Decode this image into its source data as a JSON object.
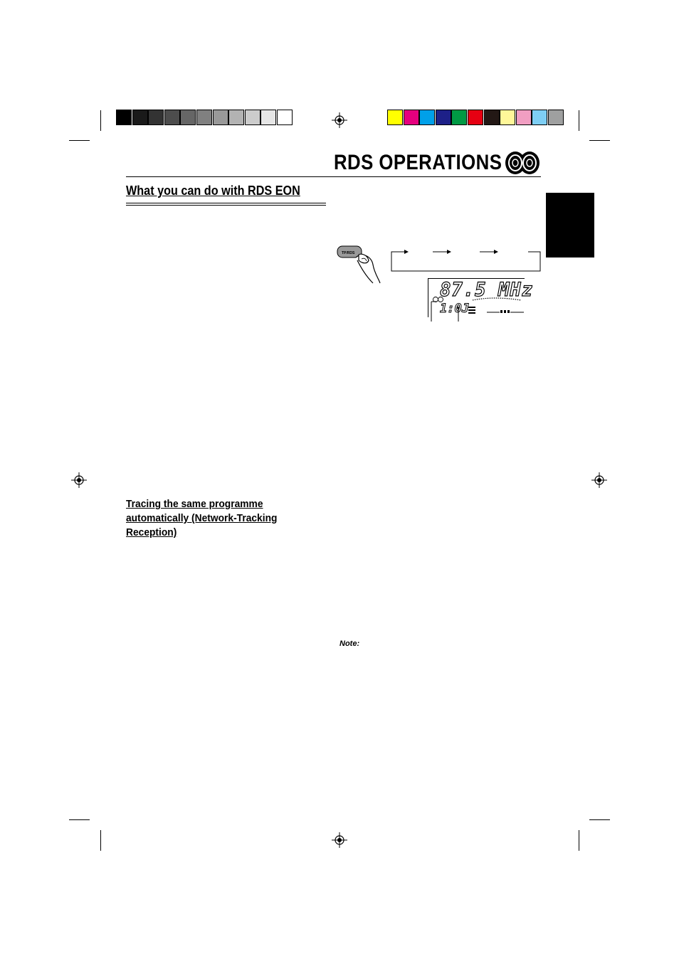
{
  "page": {
    "title": "RDS OPERATIONS",
    "section_heading": "What you can do with RDS EON",
    "subsection_heading": "Tracing the same programme automatically (Network-Tracking Reception)",
    "note_label": "Note:"
  },
  "diagram": {
    "button_label": "TP/RDS",
    "display_frequency": "87.5 MHz",
    "display_sub": "1:0J"
  },
  "color_bar": {
    "gray_swatches": [
      "#000000",
      "#1a1a1a",
      "#333333",
      "#4d4d4d",
      "#666666",
      "#808080",
      "#999999",
      "#b3b3b3",
      "#cccccc",
      "#e6e6e6",
      "#ffffff"
    ],
    "color_swatches": [
      "#ffff00",
      "#e6007e",
      "#00a0e9",
      "#1d2088",
      "#009944",
      "#e60012",
      "#231815",
      "#fff799",
      "#f19ec2",
      "#7ecef4",
      "#9fa0a0"
    ]
  }
}
